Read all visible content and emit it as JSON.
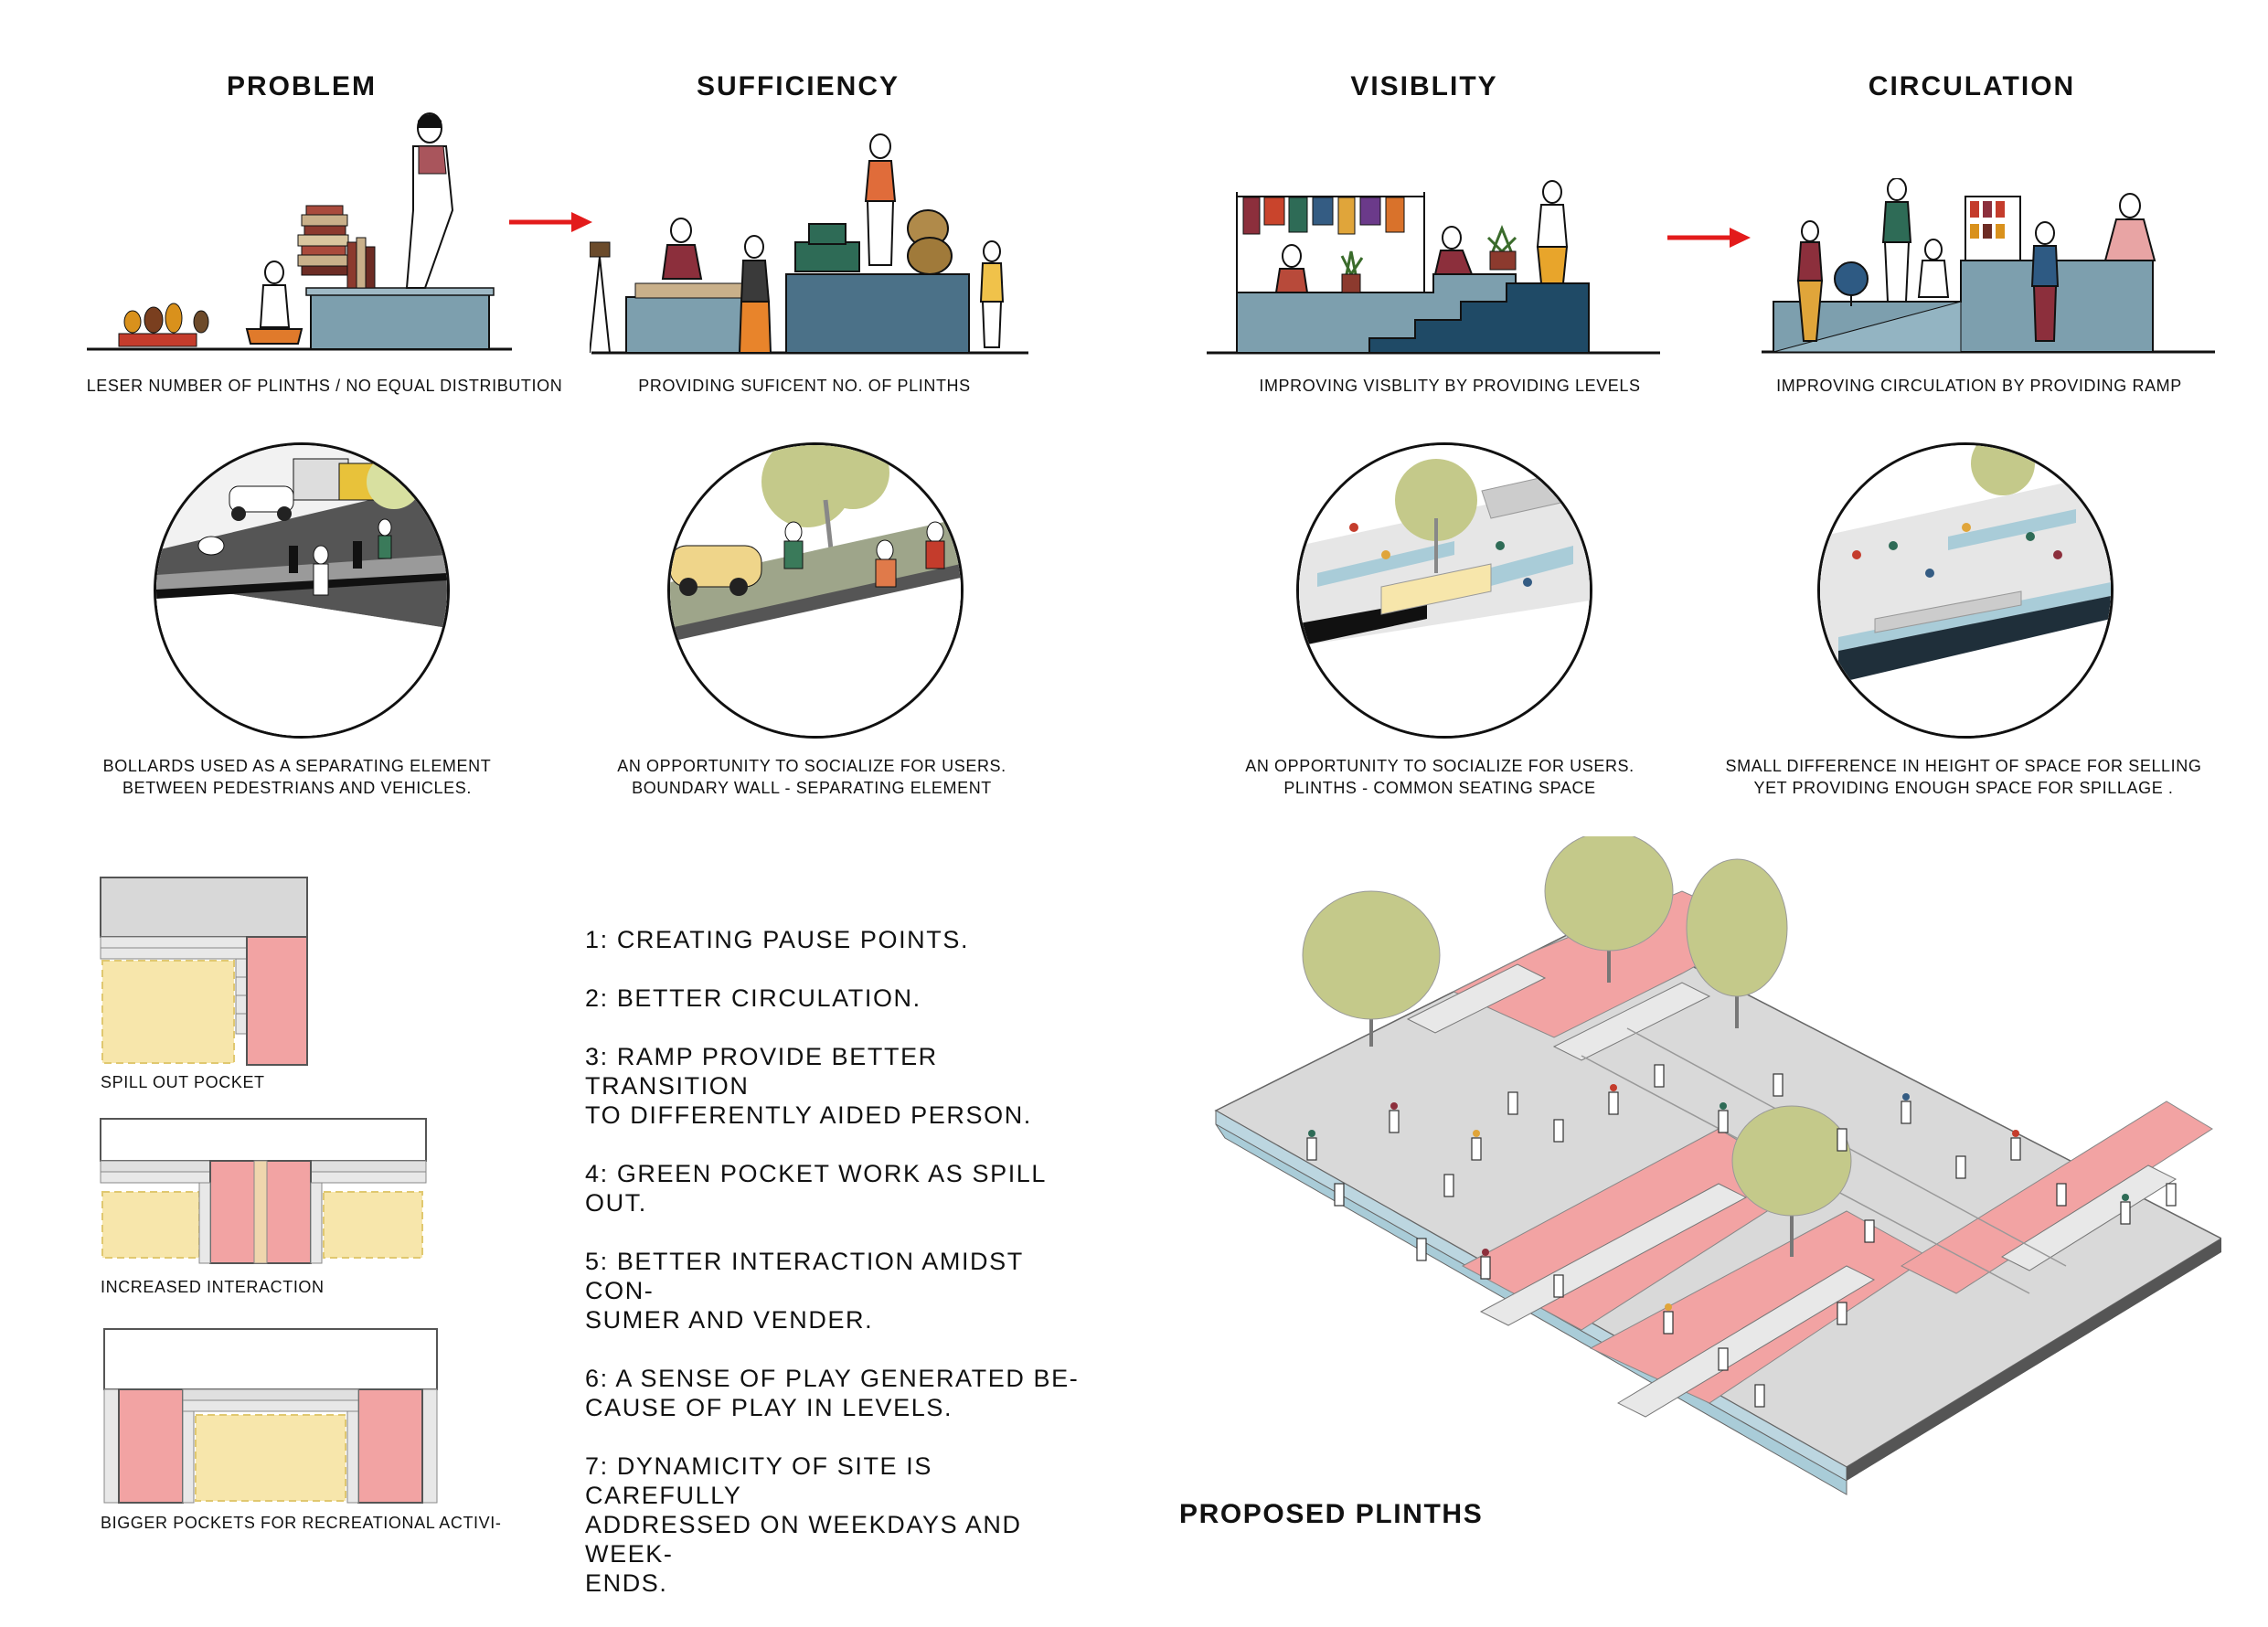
{
  "headings": {
    "problem": "PROBLEM",
    "sufficiency": "SUFFICIENCY",
    "visibility": "VISIBLITY",
    "circulation": "CIRCULATION"
  },
  "captions": {
    "problem": "LESER NUMBER OF PLINTHS / NO EQUAL DISTRIBUTION",
    "sufficiency": "PROVIDING SUFICENT NO. OF PLINTHS",
    "visibility": "IMPROVING VISBLITY BY PROVIDING LEVELS",
    "circulation": "IMPROVING CIRCULATION BY PROVIDING RAMP"
  },
  "circle_captions": {
    "c1_line1": "BOLLARDS USED AS A SEPARATING ELEMENT",
    "c1_line2": "BETWEEN PEDESTRIANS AND VEHICLES.",
    "c2_line1": "AN OPPORTUNITY TO SOCIALIZE FOR USERS.",
    "c2_line2": "BOUNDARY WALL - SEPARATING ELEMENT",
    "c3_line1": "AN OPPORTUNITY TO SOCIALIZE FOR USERS.",
    "c3_line2": "PLINTHS - COMMON SEATING SPACE",
    "c4_line1": "SMALL DIFFERENCE IN HEIGHT OF SPACE FOR SELLING",
    "c4_line2": "YET PROVIDING ENOUGH SPACE FOR SPILLAGE ."
  },
  "pockets": {
    "spill_out": "SPILL OUT POCKET",
    "interaction": "INCREASED INTERACTION",
    "recreational": "BIGGER POCKETS FOR RECREATIONAL ACTIVI-"
  },
  "points": [
    "1: CREATING PAUSE POINTS.",
    "2: BETTER CIRCULATION.",
    "3: RAMP PROVIDE BETTER TRANSITION\nTO DIFFERENTLY AIDED PERSON.",
    "4: GREEN POCKET WORK AS SPILL OUT.",
    "5: BETTER INTERACTION AMIDST CON-\nSUMER AND VENDER.",
    "6: A SENSE OF PLAY GENERATED BE-\nCAUSE OF PLAY IN LEVELS.",
    "7: DYNAMICITY OF SITE IS CAREFULLY\nADDRESSED ON WEEKDAYS AND WEEK-\nENDS."
  ],
  "proposed_title": "PROPOSED PLINTHS",
  "colors": {
    "plinth_blue": "#7d9fae",
    "plinth_dark": "#2f5870",
    "pink": "#f2a3a3",
    "yellow": "#f7e6ab",
    "grey": "#d8d8d8",
    "tree": "#c4c98a",
    "arrow_red": "#e31b1b"
  }
}
